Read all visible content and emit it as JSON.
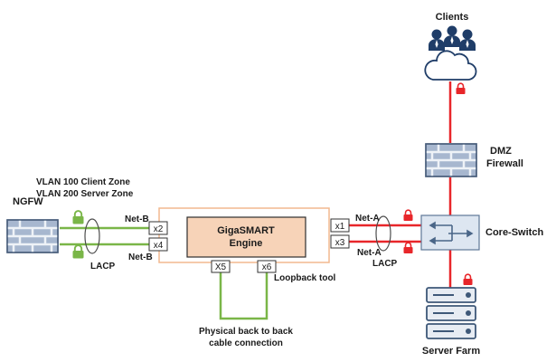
{
  "colors": {
    "red_link": "#e8262a",
    "green_link": "#7ab648",
    "lock_red": "#e8262a",
    "lock_green": "#7ab648",
    "engine_fill": "#f7d3b8",
    "frame_stroke": "#f2b98f",
    "device_fill": "#a7b7cf",
    "device_stroke": "#4a5f7c",
    "switch_fill": "#dde6f1",
    "server_fill": "#e7ecf3",
    "people": "#1f3d68"
  },
  "labels": {
    "clients": "Clients",
    "dmz_firewall_line1": "DMZ",
    "dmz_firewall_line2": "Firewall",
    "core_switch": "Core-Switch",
    "server_farm": "Server Farm",
    "ngfw": "NGFW",
    "vlan100": "VLAN 100 Client Zone",
    "vlan200": "VLAN 200  Server Zone",
    "lacp_left": "LACP",
    "lacp_right": "LACP",
    "net_b_top": "Net-B",
    "net_b_bottom": "Net-B",
    "net_a_top": "Net-A",
    "net_a_bottom": "Net-A",
    "engine_line1": "GigaSMART",
    "engine_line2": "Engine",
    "loopback_tool": "Loopback tool",
    "cable_line1": "Physical back to back",
    "cable_line2": "cable connection"
  },
  "ports": {
    "x1": "x1",
    "x2": "x2",
    "x3": "x3",
    "x4": "x4",
    "x5": "X5",
    "x6": "x6"
  },
  "icons": {
    "clients": "people-cloud-icon",
    "firewall": "brick-wall-icon",
    "switch": "switch-arrows-icon",
    "server": "server-rack-icon",
    "lock": "padlock-icon"
  }
}
